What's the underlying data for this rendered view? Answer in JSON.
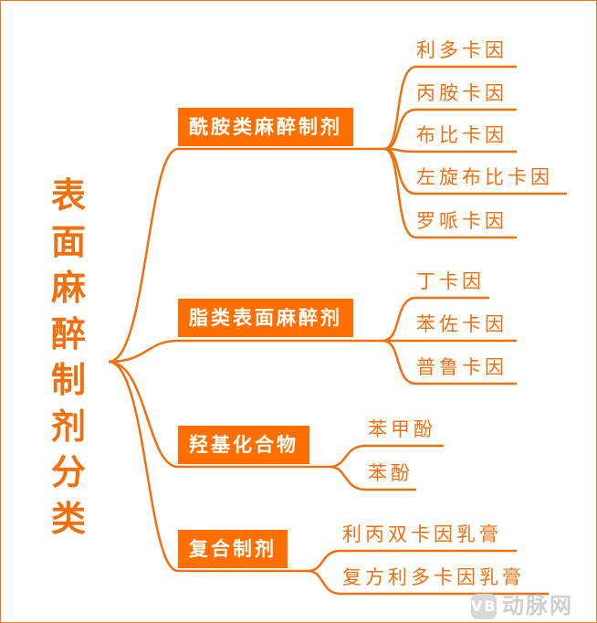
{
  "root": "表面麻醉制剂分类",
  "branches": [
    {
      "label": "酰胺类麻醉制剂",
      "items": [
        "利多卡因",
        "丙胺卡因",
        "布比卡因",
        "左旋布比卡因",
        "罗哌卡因"
      ]
    },
    {
      "label": "脂类表面麻醉剂",
      "items": [
        "丁卡因",
        "苯佐卡因",
        "普鲁卡因"
      ]
    },
    {
      "label": "羟基化合物",
      "items": [
        "苯甲酚",
        "苯酚"
      ]
    },
    {
      "label": "复合制剂",
      "items": [
        "利丙双卡因乳膏",
        "复方利多卡因乳膏"
      ]
    }
  ],
  "watermark": "动脉网",
  "colors": {
    "accent": "#ff6f00",
    "text": "#f07010"
  }
}
